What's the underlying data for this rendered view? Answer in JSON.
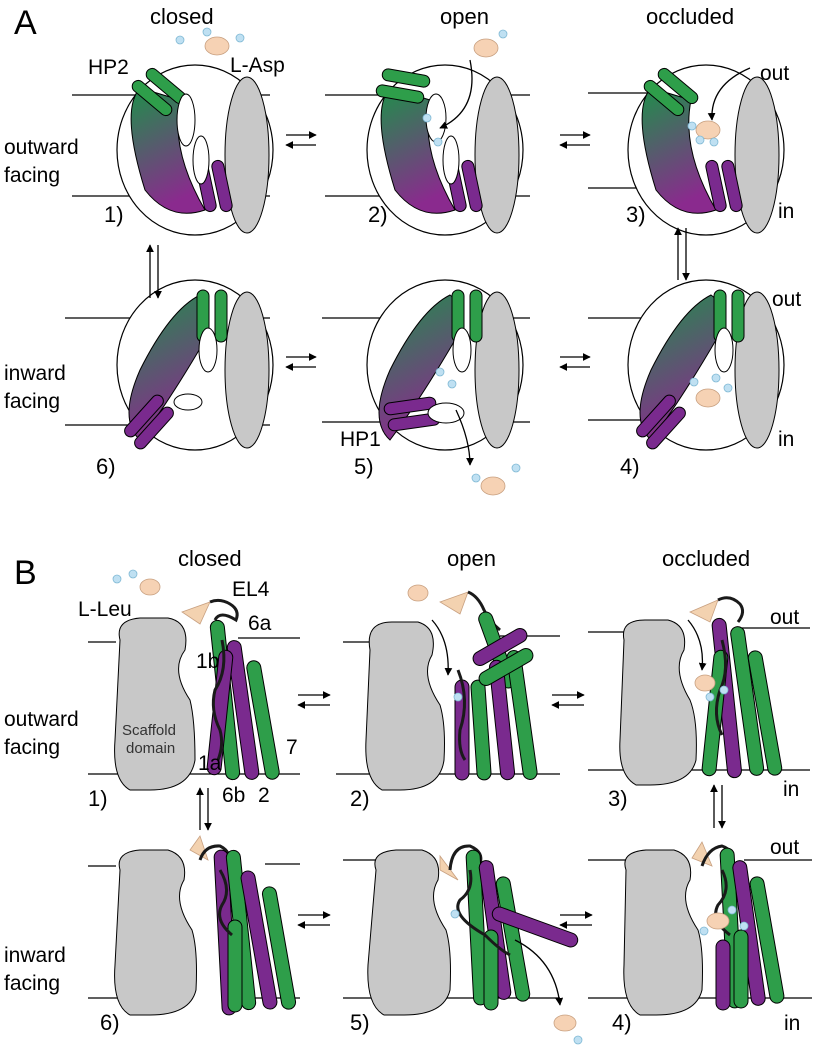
{
  "panels": {
    "a": {
      "letter": "A",
      "states": {
        "closed": "closed",
        "open": "open",
        "occluded": "occluded"
      },
      "rows": {
        "outward": [
          "outward",
          "facing"
        ],
        "inward": [
          "inward",
          "facing"
        ]
      },
      "labels": {
        "hp2": "HP2",
        "hp1": "HP1",
        "substrate": "L-Asp",
        "out": "out",
        "in": "in"
      },
      "steps": [
        "1)",
        "2)",
        "3)",
        "4)",
        "5)",
        "6)"
      ]
    },
    "b": {
      "letter": "B",
      "states": {
        "closed": "closed",
        "open": "open",
        "occluded": "occluded"
      },
      "rows": {
        "outward": [
          "outward",
          "facing"
        ],
        "inward": [
          "inward",
          "facing"
        ]
      },
      "labels": {
        "el4": "EL4",
        "substrate": "L-Leu",
        "scaffold": [
          "Scaffold",
          "domain"
        ],
        "h6a": "6a",
        "h1b": "1b",
        "h1a": "1a",
        "h6b": "6b",
        "h2": "2",
        "h7": "7",
        "out": "out",
        "in": "in"
      },
      "steps": [
        "1)",
        "2)",
        "3)",
        "4)",
        "5)",
        "6)"
      ]
    }
  },
  "colors": {
    "green": "#2e9e4a",
    "purple": "#7a2a8e",
    "scaffold": "#c8c8c8",
    "substrate": "#f6d2b4",
    "ion": "#bfe0f2",
    "loop": "#1a1a1a"
  }
}
